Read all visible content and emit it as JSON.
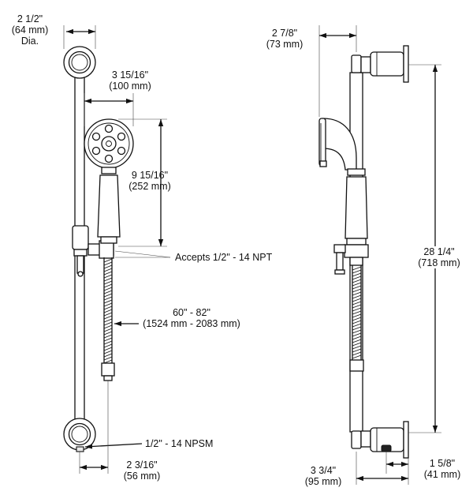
{
  "dimensions": {
    "dim_2_1_2": {
      "imperial": "2 1/2\"",
      "metric": "(64 mm)",
      "note": "Dia."
    },
    "dim_3_15_16": {
      "imperial": "3 15/16\"",
      "metric": "(100 mm)"
    },
    "dim_9_15_16": {
      "imperial": "9 15/16\"",
      "metric": "(252 mm)"
    },
    "accepts": "Accepts 1/2\" - 14 NPT",
    "hose": {
      "imperial": "60\" - 82\"",
      "metric": "(1524 mm - 2083 mm)"
    },
    "npsm": "1/2\" - 14 NPSM",
    "dim_2_3_16": {
      "imperial": "2 3/16\"",
      "metric": "(56 mm)"
    },
    "dim_2_7_8": {
      "imperial": "2 7/8\"",
      "metric": "(73 mm)"
    },
    "dim_28_1_4": {
      "imperial": "28 1/4\"",
      "metric": "(718 mm)"
    },
    "dim_3_3_4": {
      "imperial": "3 3/4\"",
      "metric": "(95 mm)"
    },
    "dim_1_5_8": {
      "imperial": "1 5/8\"",
      "metric": "(41 mm)"
    }
  }
}
